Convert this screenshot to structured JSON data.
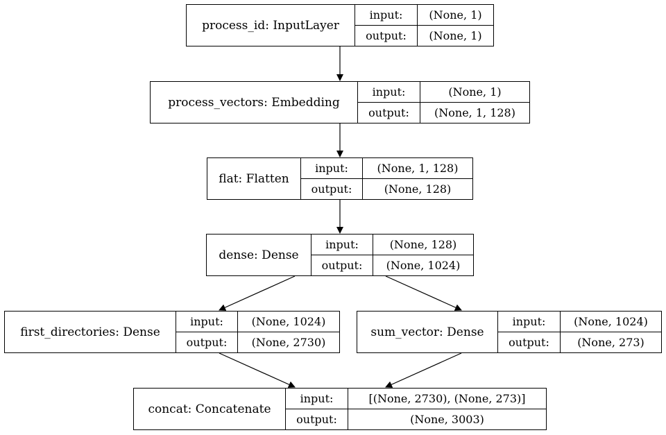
{
  "nodes": [
    {
      "id": "process_id",
      "name": "process_id: InputLayer",
      "input_label": "input:",
      "output_label": "output:",
      "input": "(None, 1)",
      "output": "(None, 1)"
    },
    {
      "id": "process_vectors",
      "name": "process_vectors: Embedding",
      "input_label": "input:",
      "output_label": "output:",
      "input": "(None, 1)",
      "output": "(None, 1, 128)"
    },
    {
      "id": "flat",
      "name": "flat: Flatten",
      "input_label": "input:",
      "output_label": "output:",
      "input": "(None, 1, 128)",
      "output": "(None, 128)"
    },
    {
      "id": "dense",
      "name": "dense: Dense",
      "input_label": "input:",
      "output_label": "output:",
      "input": "(None, 128)",
      "output": "(None, 1024)"
    },
    {
      "id": "first_directories",
      "name": "first_directories: Dense",
      "input_label": "input:",
      "output_label": "output:",
      "input": "(None, 1024)",
      "output": "(None, 2730)"
    },
    {
      "id": "sum_vector",
      "name": "sum_vector: Dense",
      "input_label": "input:",
      "output_label": "output:",
      "input": "(None, 1024)",
      "output": "(None, 273)"
    },
    {
      "id": "concat",
      "name": "concat: Concatenate",
      "input_label": "input:",
      "output_label": "output:",
      "input": "[(None, 2730), (None, 273)]",
      "output": "(None, 3003)"
    }
  ],
  "edges": [
    {
      "from": "process_id",
      "to": "process_vectors"
    },
    {
      "from": "process_vectors",
      "to": "flat"
    },
    {
      "from": "flat",
      "to": "dense"
    },
    {
      "from": "dense",
      "to": "first_directories"
    },
    {
      "from": "dense",
      "to": "sum_vector"
    },
    {
      "from": "first_directories",
      "to": "concat"
    },
    {
      "from": "sum_vector",
      "to": "concat"
    }
  ]
}
